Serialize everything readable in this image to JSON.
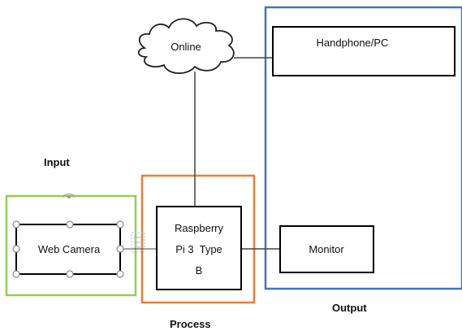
{
  "diagram": {
    "groups": {
      "input": "Input",
      "process": "Process",
      "output": "Output"
    },
    "nodes": {
      "online": "Online",
      "handphone": "Handphone/PC",
      "webcam": "Web Camera",
      "rpi_line1": "Raspberry",
      "rpi_line2": "Pi 3  Type",
      "rpi_line3": "B",
      "monitor": "Monitor"
    },
    "colors": {
      "input_group": "#92d050",
      "process_group": "#ed7d31",
      "output_group": "#4472c4",
      "boxes": "#000000",
      "connector": "#444444"
    }
  }
}
